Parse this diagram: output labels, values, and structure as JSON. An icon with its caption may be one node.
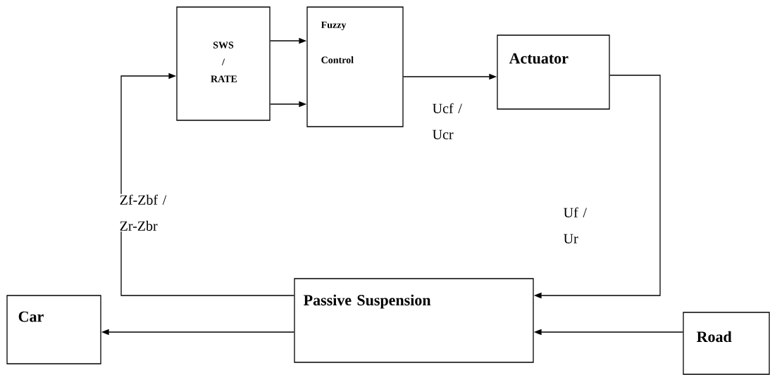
{
  "diagram": {
    "nodes": [
      {
        "text": [
          "SWS / RATE"
        ]
      },
      {
        "text": [
          "Fuzzy Control"
        ]
      },
      {
        "text": [
          "Actuator"
        ]
      },
      {
        "text": [
          "Passive Suspension"
        ]
      },
      {
        "text": [
          "Car"
        ]
      },
      {
        "text": [
          "Road"
        ]
      }
    ],
    "edges": [
      {
        "from": 0,
        "to": 1,
        "arrow": "to"
      },
      {
        "from": 0,
        "to": 1,
        "arrow": "to"
      },
      {
        "from": 1,
        "to": 2,
        "arrow": "to",
        "label": "Ucf / Ucr"
      },
      {
        "from": 2,
        "to": 3,
        "arrow": "to",
        "label": "Uf / Ur"
      },
      {
        "from": 3,
        "to": 0,
        "arrow": "to",
        "label": "Zf-Zbf / Zr-Zbr"
      },
      {
        "from": 3,
        "to": 4,
        "arrow": "to"
      },
      {
        "from": 5,
        "to": 3,
        "arrow": "to"
      }
    ]
  }
}
